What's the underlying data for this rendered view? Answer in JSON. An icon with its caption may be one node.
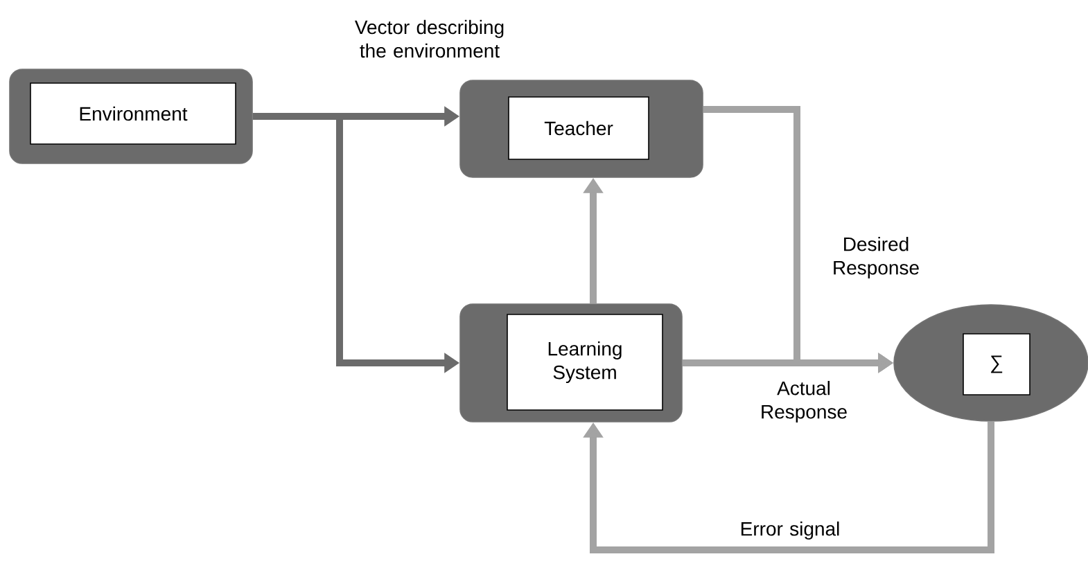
{
  "diagram": {
    "nodes": [
      {
        "text": [],
        "shape": "box"
      },
      {
        "text": [
          "Environment"
        ],
        "in": 0
      },
      {
        "text": [],
        "shape": "box"
      },
      {
        "text": [
          "Teacher"
        ],
        "in": 2
      },
      {
        "text": [],
        "shape": "box"
      },
      {
        "text": [
          "Learning System"
        ],
        "in": 4
      },
      {
        "text": [],
        "shape": "ellipse"
      },
      {
        "text": [
          "∑"
        ],
        "in": 6
      }
    ],
    "edges": [
      {
        "from": 0,
        "to": 2,
        "arrow": "to",
        "label": "Vector describing the environment",
        "color": "#6b6b6b"
      },
      {
        "from": 0,
        "to": 4,
        "arrow": "to",
        "color": "#6b6b6b"
      },
      {
        "from": 4,
        "to": 2,
        "arrow": "to"
      },
      {
        "from": 2,
        "to": 6,
        "arrow": "to",
        "label": "Desired Response"
      },
      {
        "from": 4,
        "to": 6,
        "arrow": "to",
        "label": "Actual Response"
      },
      {
        "from": 6,
        "to": 4,
        "arrow": "to",
        "label": "Error signal"
      }
    ]
  }
}
